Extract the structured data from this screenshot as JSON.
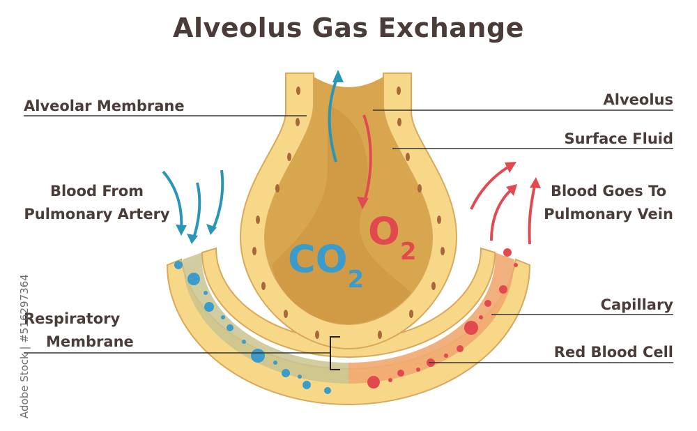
{
  "title": "Alveolus Gas Exchange",
  "labels": {
    "alveolar_membrane": "Alveolar Membrane",
    "alveolus": "Alveolus",
    "surface_fluid": "Surface Fluid",
    "blood_from_line1": "Blood From",
    "blood_from_line2": "Pulmonary Artery",
    "blood_goes_line1": "Blood Goes To",
    "blood_goes_line2": "Pulmonary Vein",
    "respiratory_line1": "Respiratory",
    "respiratory_line2": "Membrane",
    "capillary": "Capillary",
    "red_blood_cell": "Red Blood Cell"
  },
  "gases": {
    "co2_main": "CO",
    "co2_sub": "2",
    "o2_main": "O",
    "o2_sub": "2"
  },
  "watermark": "Adobe Stock | #516297364",
  "colors": {
    "text": "#4a3c38",
    "blue_arrow": "#2b95b8",
    "red_arrow": "#e04b52",
    "co2": "#3b9ccc",
    "o2": "#e1494f",
    "cell_wall": "#f7d888",
    "cell_edge": "#d9a85a",
    "interior": "#d9a650",
    "fluid": "#c9913a"
  }
}
